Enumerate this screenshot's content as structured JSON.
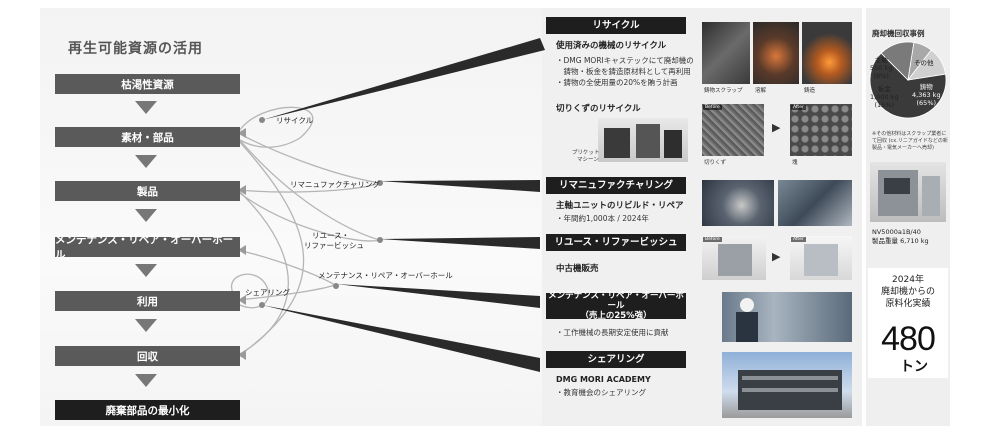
{
  "title": "再生可能資源の活用",
  "flow": [
    "枯渇性資源",
    "素材・部品",
    "製品",
    "メンテナンス・リペア・オーバーホール",
    "利用",
    "回収",
    "廃棄部品の最小化"
  ],
  "loop_labels": {
    "recycle": "リサイクル",
    "reman": "リマニュファクチャリング",
    "reuse_line1": "リユース・",
    "reuse_line2": "リファービッシュ",
    "mro": "メンテナンス・リペア・オーバーホール",
    "sharing": "シェアリング"
  },
  "sections": {
    "recycle": {
      "header": "リサイクル",
      "sub1": "使用済みの機械のリサイクル",
      "bullets1": [
        "・DMG MORIキャステックにて廃却機の",
        "　鋳物・板金を鋳造原材料として再利用",
        "・鋳物の全使用量の20%を賄う計画"
      ],
      "photo_captions": [
        "鋳物スクラップ",
        "溶解",
        "鋳造"
      ],
      "sub2": "切りくずのリサイクル",
      "briquette_caption_1": "ブリケット",
      "briquette_caption_2": "マシーン",
      "chip_captions": [
        "切りくず",
        "塊"
      ],
      "before": "Before",
      "after": "After"
    },
    "reman": {
      "header": "リマニュファクチャリング",
      "sub": "主軸ユニットのリビルド・リペア",
      "bullet": "・年間約1,000本 / 2024年"
    },
    "reuse": {
      "header": "リユース・リファービッシュ",
      "sub": "中古機販売",
      "before": "Before",
      "after": "After"
    },
    "mro": {
      "header_line1": "メンテナンス・リペア・オーバーホール",
      "header_line2": "（売上の25%強）",
      "bullet": "・工作機械の長期安定使用に貢献"
    },
    "sharing": {
      "header": "シェアリング",
      "sub": "DMG MORI ACADEMY",
      "bullet": "・教育機会のシェアリング"
    }
  },
  "side": {
    "title": "廃却機回収事例",
    "pie_labels": {
      "spindle_line1": "主軸",
      "spindle_line2": "550 kg",
      "spindle_line3": "(8%)",
      "other": "その他",
      "sheet_line1": "板金",
      "sheet_line2": "1,000 kg",
      "sheet_line3": "(15%)",
      "casting_line1": "鋳物",
      "casting_line2": "4,363 kg",
      "casting_line3": "(65%)"
    },
    "note": "※その他材料はスクラップ業者にて回収 (cx.リニアガイドなどの新製品・電気メーカーへ売却)",
    "model_line1": "NV5000a1B/40",
    "model_line2": "製品重量 6,710 kg",
    "result_line1": "2024年",
    "result_line2": "廃却機からの",
    "result_line3": "原料化実績",
    "result_value": "480",
    "result_unit": "トン"
  },
  "chart_data": {
    "type": "pie",
    "title": "廃却機回収事例",
    "slices": [
      {
        "label": "鋳物",
        "value_kg": 4363,
        "percent": 65,
        "color": "#3a3a3a"
      },
      {
        "label": "板金",
        "value_kg": 1000,
        "percent": 15,
        "color": "#7a7a7a"
      },
      {
        "label": "主軸",
        "value_kg": 550,
        "percent": 8,
        "color": "#a8a8a8"
      },
      {
        "label": "その他",
        "value_kg": null,
        "percent": 12,
        "color": "#d0d0d0"
      }
    ]
  },
  "colors": {
    "dark": "#1e1e1e",
    "box": "#5a5a5a",
    "arrow": "#333333"
  }
}
